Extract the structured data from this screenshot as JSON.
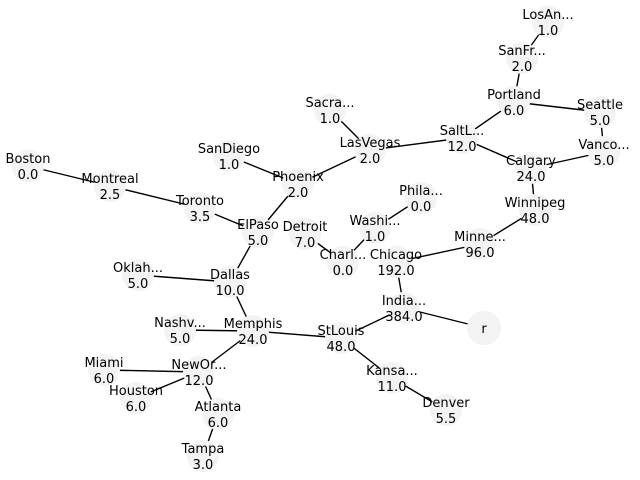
{
  "nodes": [
    {
      "id": "LosAngeles",
      "name": "LosAn...",
      "value": "1.0"
    },
    {
      "id": "SanFrancisco",
      "name": "SanFr...",
      "value": "2.0"
    },
    {
      "id": "Portland",
      "name": "Portland",
      "value": "6.0"
    },
    {
      "id": "Seattle",
      "name": "Seattle",
      "value": "5.0"
    },
    {
      "id": "Vancouver",
      "name": "Vanco...",
      "value": "5.0"
    },
    {
      "id": "Sacramento",
      "name": "Sacra...",
      "value": "1.0"
    },
    {
      "id": "SaltLake",
      "name": "SaltL...",
      "value": "12.0"
    },
    {
      "id": "LasVegas",
      "name": "LasVegas",
      "value": "2.0"
    },
    {
      "id": "Calgary",
      "name": "Calgary",
      "value": "24.0"
    },
    {
      "id": "SanDiego",
      "name": "SanDiego",
      "value": "1.0"
    },
    {
      "id": "Phoenix",
      "name": "Phoenix",
      "value": "2.0"
    },
    {
      "id": "Boston",
      "name": "Boston",
      "value": "0.0"
    },
    {
      "id": "Montreal",
      "name": "Montreal",
      "value": "2.5"
    },
    {
      "id": "Toronto",
      "name": "Toronto",
      "value": "3.5"
    },
    {
      "id": "Philadelphia",
      "name": "Phila...",
      "value": "0.0"
    },
    {
      "id": "Winnipeg",
      "name": "Winnipeg",
      "value": "48.0"
    },
    {
      "id": "Washington",
      "name": "Washi...",
      "value": "1.0"
    },
    {
      "id": "ElPaso",
      "name": "ElPaso",
      "value": "5.0"
    },
    {
      "id": "Detroit",
      "name": "Detroit",
      "value": "7.0"
    },
    {
      "id": "Minneapolis",
      "name": "Minne...",
      "value": "96.0"
    },
    {
      "id": "Charleston",
      "name": "Charl...",
      "value": "0.0"
    },
    {
      "id": "Chicago",
      "name": "Chicago",
      "value": "192.0"
    },
    {
      "id": "Oklahoma",
      "name": "Oklah...",
      "value": "5.0"
    },
    {
      "id": "Dallas",
      "name": "Dallas",
      "value": "10.0"
    },
    {
      "id": "Indianapolis",
      "name": "India...",
      "value": "384.0"
    },
    {
      "id": "Root",
      "name": "r",
      "value": ""
    },
    {
      "id": "Nashville",
      "name": "Nashv...",
      "value": "5.0"
    },
    {
      "id": "Memphis",
      "name": "Memphis",
      "value": "24.0"
    },
    {
      "id": "StLouis",
      "name": "StLouis",
      "value": "48.0"
    },
    {
      "id": "Miami",
      "name": "Miami",
      "value": "6.0"
    },
    {
      "id": "NewOrleans",
      "name": "NewOr...",
      "value": "12.0"
    },
    {
      "id": "KansasCity",
      "name": "Kansa...",
      "value": "11.0"
    },
    {
      "id": "Houston",
      "name": "Houston",
      "value": "6.0"
    },
    {
      "id": "Atlanta",
      "name": "Atlanta",
      "value": "6.0"
    },
    {
      "id": "Denver",
      "name": "Denver",
      "value": "5.5"
    },
    {
      "id": "Tampa",
      "name": "Tampa",
      "value": "3.0"
    }
  ],
  "edges": [
    [
      "LosAngeles",
      "SanFrancisco"
    ],
    [
      "SanFrancisco",
      "Portland"
    ],
    [
      "Portland",
      "Seattle"
    ],
    [
      "Portland",
      "SaltLake"
    ],
    [
      "Seattle",
      "Vancouver"
    ],
    [
      "Vancouver",
      "Calgary"
    ],
    [
      "SaltLake",
      "Calgary"
    ],
    [
      "SaltLake",
      "LasVegas"
    ],
    [
      "Sacramento",
      "LasVegas"
    ],
    [
      "LasVegas",
      "Phoenix"
    ],
    [
      "SanDiego",
      "Phoenix"
    ],
    [
      "Phoenix",
      "ElPaso"
    ],
    [
      "Boston",
      "Montreal"
    ],
    [
      "Montreal",
      "Toronto"
    ],
    [
      "Toronto",
      "ElPaso"
    ],
    [
      "ElPaso",
      "Dallas"
    ],
    [
      "Detroit",
      "Charleston"
    ],
    [
      "Calgary",
      "Winnipeg"
    ],
    [
      "Winnipeg",
      "Minneapolis"
    ],
    [
      "Minneapolis",
      "Chicago"
    ],
    [
      "Philadelphia",
      "Washington"
    ],
    [
      "Washington",
      "Charleston"
    ],
    [
      "Chicago",
      "Indianapolis"
    ],
    [
      "Indianapolis",
      "Root"
    ],
    [
      "Indianapolis",
      "StLouis"
    ],
    [
      "Oklahoma",
      "Dallas"
    ],
    [
      "Dallas",
      "Memphis"
    ],
    [
      "Nashville",
      "Memphis"
    ],
    [
      "Memphis",
      "StLouis"
    ],
    [
      "Memphis",
      "NewOrleans"
    ],
    [
      "StLouis",
      "KansasCity"
    ],
    [
      "KansasCity",
      "Denver"
    ],
    [
      "Miami",
      "NewOrleans"
    ],
    [
      "NewOrleans",
      "Houston"
    ],
    [
      "NewOrleans",
      "Atlanta"
    ],
    [
      "Atlanta",
      "Tampa"
    ]
  ]
}
